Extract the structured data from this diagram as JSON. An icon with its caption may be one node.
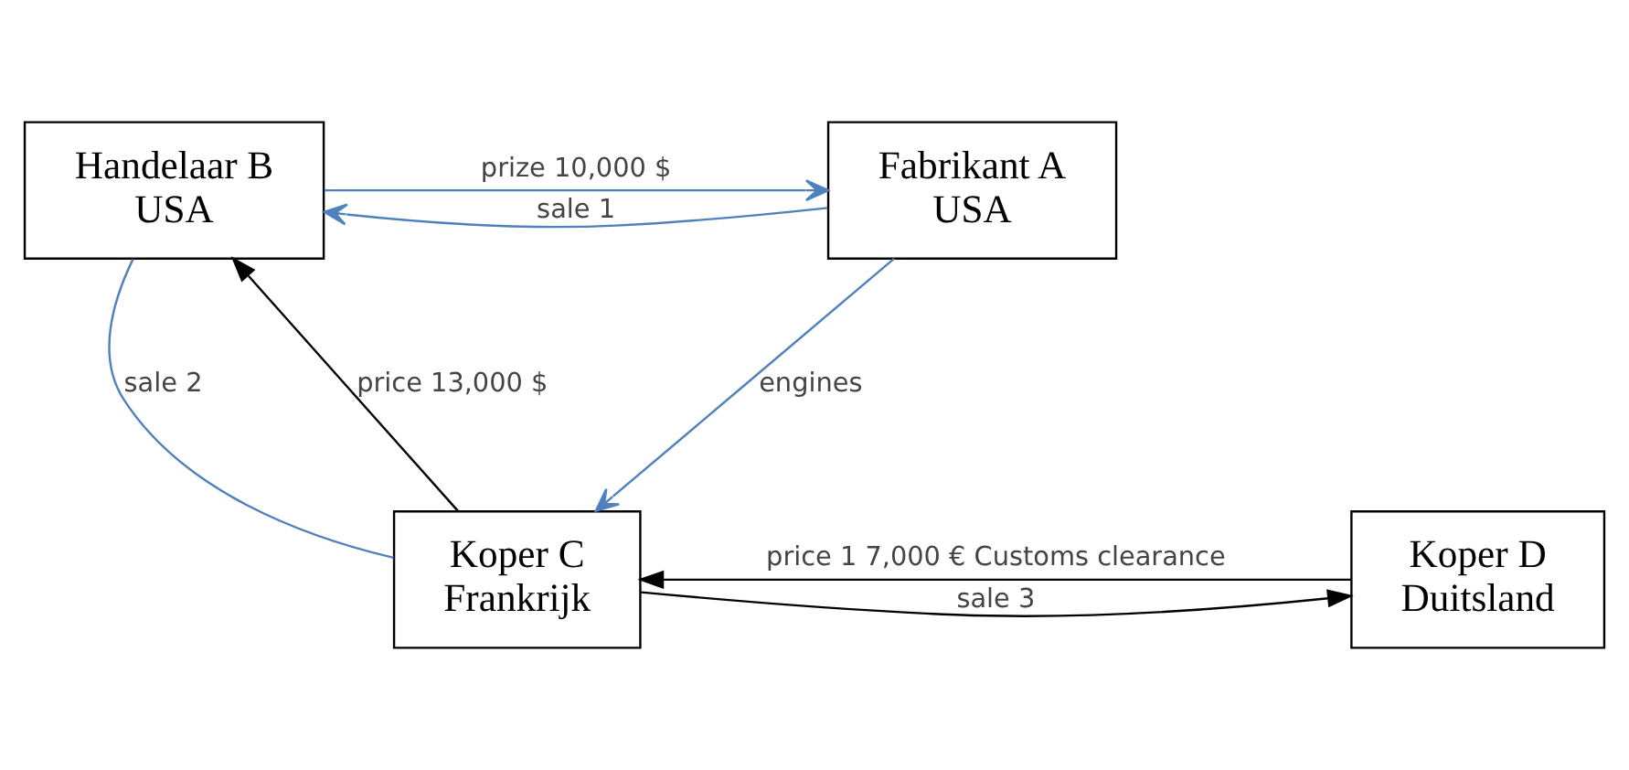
{
  "diagram": {
    "nodes": [
      {
        "text": [
          "Handelaar B",
          "USA"
        ]
      },
      {
        "text": [
          "Fabrikant A",
          "USA"
        ]
      },
      {
        "text": [
          "Koper C",
          "Frankrijk"
        ]
      },
      {
        "text": [
          "Koper D",
          "Duitsland"
        ]
      }
    ],
    "edges": [
      {
        "from": 1,
        "to": 0,
        "arrow": "to",
        "label": "sale 1"
      },
      {
        "from": 0,
        "to": 1,
        "arrow": "to",
        "label": "prize 10,000 $"
      },
      {
        "from": 0,
        "to": 2,
        "arrow": "none",
        "label": "sale 2"
      },
      {
        "from": 2,
        "to": 0,
        "arrow": "to",
        "label": "price 13,000 $",
        "color": "#000000"
      },
      {
        "from": 1,
        "to": 2,
        "arrow": "to",
        "label": "engines"
      },
      {
        "from": 2,
        "to": 3,
        "arrow": "to",
        "label": "sale 3",
        "color": "#000000"
      },
      {
        "from": 3,
        "to": 2,
        "arrow": "to",
        "label": "price 1 7,000 € Customs clearance",
        "color": "#000000"
      }
    ]
  }
}
